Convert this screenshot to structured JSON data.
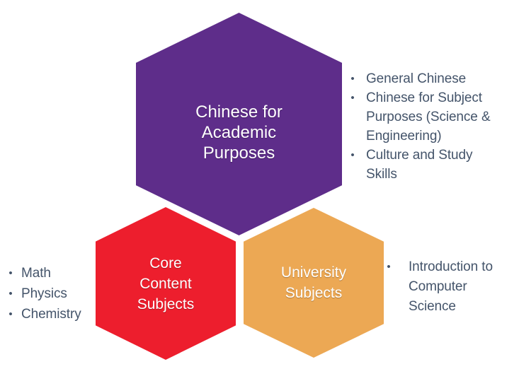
{
  "page": {
    "background_color": "#FFFFFF",
    "list_text_color": "#44546A",
    "hex_text_color": "#FFFFFF",
    "bullet_char": "•"
  },
  "hexagons": {
    "academic": {
      "label": "Chinese for Academic Purposes",
      "label_lines": [
        "Chinese for",
        "Academic",
        "Purposes"
      ],
      "color": "#5E2D8A"
    },
    "core": {
      "label": "Core Content Subjects",
      "label_lines": [
        "Core",
        "Content",
        "Subjects"
      ],
      "color": "#ED1E2D"
    },
    "university": {
      "label": "University Subjects",
      "label_lines": [
        "University",
        "Subjects"
      ],
      "color": "#ECA854"
    }
  },
  "lists": {
    "academic": {
      "items": [
        "General Chinese",
        "Chinese for Subject Purposes (Science & Engineering)",
        "Culture and Study Skills"
      ]
    },
    "core": {
      "items": [
        "Math",
        "Physics",
        "Chemistry"
      ]
    },
    "university": {
      "items": [
        "Introduction to Computer Science"
      ]
    }
  }
}
